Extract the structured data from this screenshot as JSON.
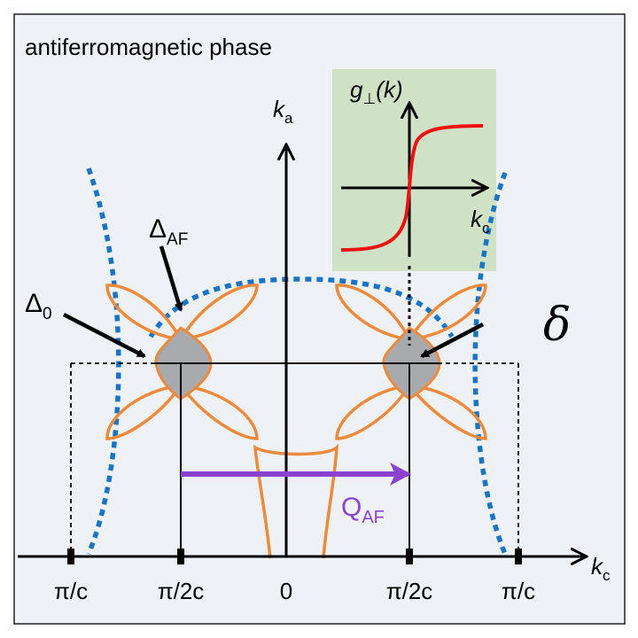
{
  "title": "antiferromagnetic phase",
  "axes": {
    "horizontal": {
      "symbol": "k",
      "subscript": "c"
    },
    "vertical": {
      "symbol": "k",
      "subscript": "a"
    }
  },
  "x_ticks": [
    "π/c",
    "π/2c",
    "0",
    "π/2c",
    "π/c"
  ],
  "labels": {
    "delta_af": {
      "symbol": "Δ",
      "subscript": "AF"
    },
    "delta_0": {
      "symbol": "Δ",
      "subscript": "0"
    },
    "delta": "δ",
    "q_af": {
      "symbol": "Q",
      "subscript": "AF"
    }
  },
  "inset": {
    "ylabel_main": "g",
    "ylabel_sub": "⊥",
    "ylabel_rest": "(k)",
    "xlabel": {
      "symbol": "k",
      "subscript": "c"
    }
  },
  "colors": {
    "background": "#eef1f6",
    "fermi_arc": "#1a74c4",
    "petal": "#ec8a3e",
    "pocket_fill": "#a9aaad",
    "q_arrow": "#8a42cf",
    "inset_bg": "#cfe2c6",
    "inset_curve": "#ee1111"
  }
}
